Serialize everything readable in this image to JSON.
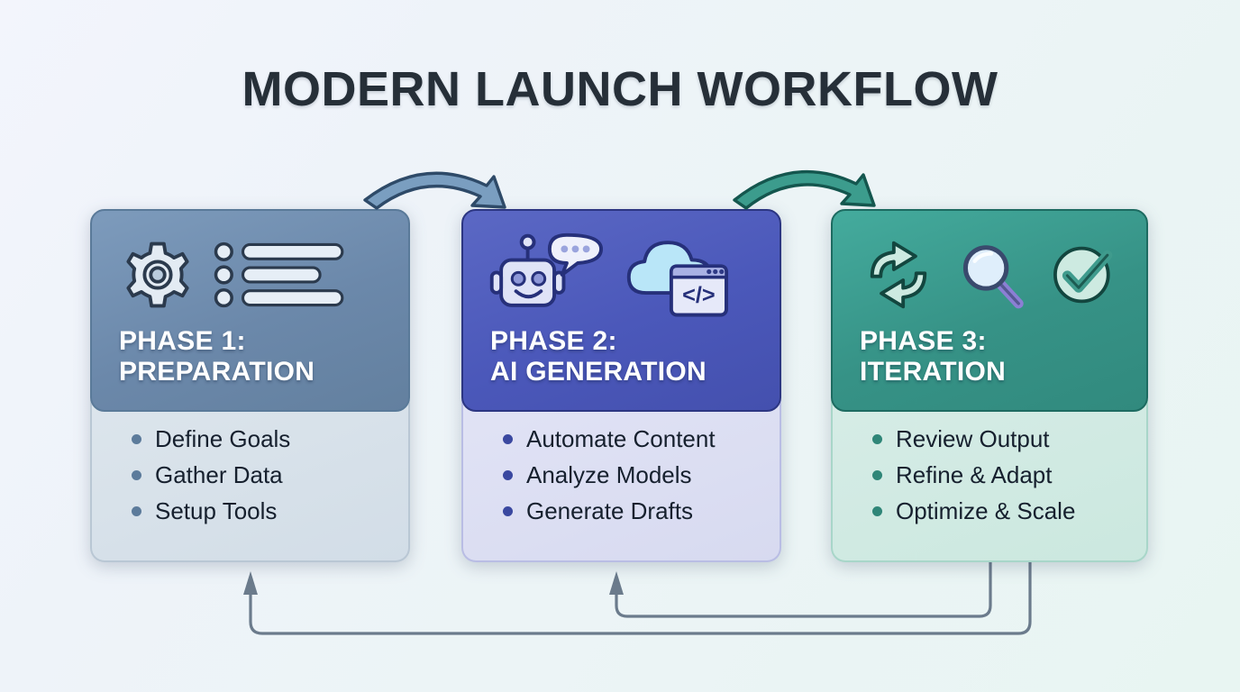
{
  "page": {
    "title": "MODERN LAUNCH WORKFLOW",
    "background_start": "#f3f5fc",
    "background_end": "#e8f5f2",
    "title_color": "#262f38"
  },
  "cards": [
    {
      "id": "phase-1",
      "title_line1": "PHASE 1:",
      "title_line2": "PREPARATION",
      "header_color": "#6b88aa",
      "body_color": "#d5dfe8",
      "bullet_color": "#5c7b9b",
      "icons": [
        "gear-icon",
        "checklist-icon"
      ],
      "bullets": [
        "Define Goals",
        "Gather Data",
        "Setup Tools"
      ]
    },
    {
      "id": "phase-2",
      "title_line1": "PHASE 2:",
      "title_line2": "AI GENERATION",
      "header_color": "#4b58ba",
      "body_color": "#dcdef2",
      "bullet_color": "#3a48a0",
      "icons": [
        "robot-icon",
        "speech-bubble-icon",
        "cloud-icon",
        "code-window-icon"
      ],
      "bullets": [
        "Automate Content",
        "Analyze Models",
        "Generate Drafts"
      ],
      "code_glyph": "</>"
    },
    {
      "id": "phase-3",
      "title_line1": "PHASE 3:",
      "title_line2": "ITERATION",
      "header_color": "#369286",
      "body_color": "#cfe9e0",
      "bullet_color": "#2f8678",
      "icons": [
        "refresh-cycle-icon",
        "magnifier-icon",
        "check-circle-icon"
      ],
      "bullets": [
        "Review Output",
        "Refine & Adapt",
        "Optimize & Scale"
      ]
    }
  ],
  "connectors": [
    {
      "id": "arrow-phase1-to-phase2",
      "from": "phase-1",
      "to": "phase-2",
      "style": "curved-arrow",
      "color": "#7a9ec0",
      "stroke": "#2e4a68"
    },
    {
      "id": "arrow-phase2-to-phase3",
      "from": "phase-2",
      "to": "phase-3",
      "style": "curved-arrow",
      "color": "#3c9c8d",
      "stroke": "#14564e"
    },
    {
      "id": "feedback-phase3-to-phase1",
      "from": "phase-3",
      "to": "phase-1",
      "style": "feedback-loop",
      "color": "#6b7b8c"
    },
    {
      "id": "feedback-phase3-to-phase2",
      "from": "phase-3",
      "to": "phase-2",
      "style": "feedback-loop",
      "color": "#6b7b8c"
    }
  ]
}
